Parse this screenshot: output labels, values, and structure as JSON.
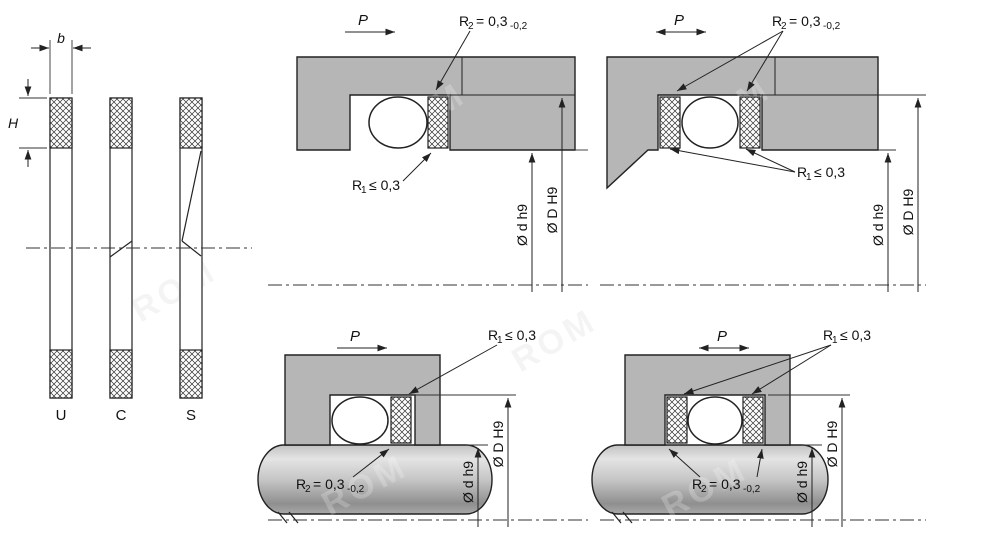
{
  "drawing": {
    "watermark": "ROM"
  },
  "rings": {
    "dim_b": "b",
    "dim_h": "H",
    "types": [
      "U",
      "C",
      "S"
    ]
  },
  "annotations": {
    "pressure": "P",
    "r2": {
      "base": "R",
      "sub": "2",
      "value": "= 0,3",
      "tolerance": "-0,2"
    },
    "r1": {
      "base": "R",
      "sub": "1",
      "value": "≤ 0,3"
    },
    "dim_shaft": "Ø d h9",
    "dim_bore": "Ø D H9"
  }
}
